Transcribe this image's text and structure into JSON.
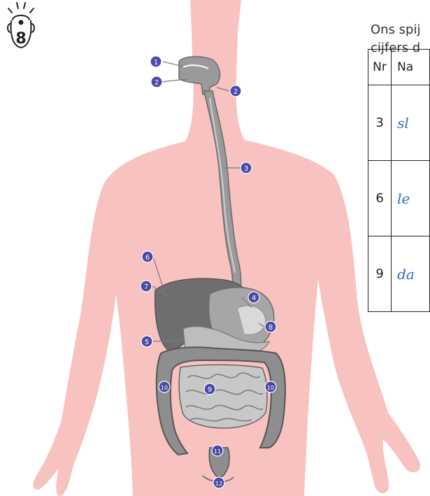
{
  "task": {
    "number": "8"
  },
  "instruction": {
    "line1": "Ons spij",
    "line2": "cijfers d"
  },
  "table": {
    "headers": {
      "nr": "Nr",
      "name": "Na"
    },
    "rows": [
      {
        "nr": "3",
        "name": "sl"
      },
      {
        "nr": "6",
        "name": "le"
      },
      {
        "nr": "9",
        "name": "da"
      }
    ]
  },
  "diagram": {
    "labels": [
      "1",
      "2",
      "2",
      "3",
      "4",
      "5",
      "6",
      "7",
      "8",
      "9",
      "10",
      "10",
      "11",
      "12"
    ]
  },
  "colors": {
    "body": "#f7c2bf",
    "badge": "#4b4aa6",
    "organ_gray": "#8e8e8e",
    "handwriting": "#2c6fb7"
  }
}
